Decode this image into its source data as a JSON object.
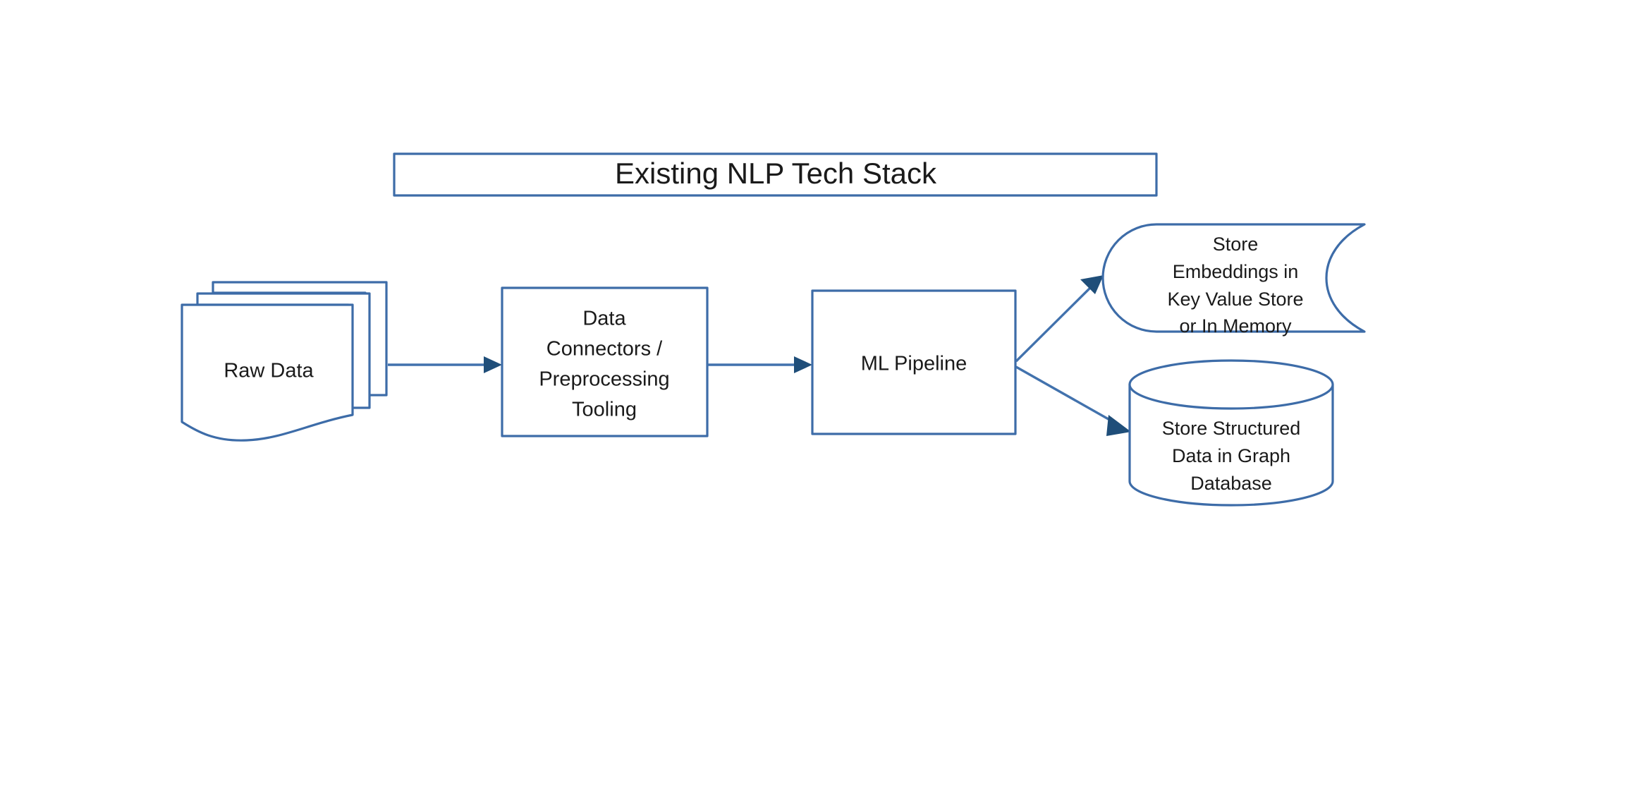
{
  "diagram": {
    "title": "Existing NLP Tech Stack",
    "background_color": "#ffffff",
    "stroke_color": "#3d6ca8",
    "arrow_color": "#1f4e79",
    "text_color": "#1a1a1a",
    "nodes": [
      {
        "id": "title",
        "shape": "rectangle",
        "label": "Existing NLP Tech Stack",
        "lines": [
          "Existing NLP Tech Stack"
        ]
      },
      {
        "id": "raw-data",
        "shape": "multi-document",
        "label": "Raw Data",
        "lines": [
          "Raw Data"
        ]
      },
      {
        "id": "data-connectors",
        "shape": "rectangle",
        "label": "Data Connectors / Preprocessing Tooling",
        "lines": [
          "Data",
          "Connectors /",
          "Preprocessing",
          "Tooling"
        ]
      },
      {
        "id": "ml-pipeline",
        "shape": "rectangle",
        "label": "ML Pipeline",
        "lines": [
          "ML Pipeline"
        ]
      },
      {
        "id": "store-embeddings",
        "shape": "delay-tape",
        "label": "Store Embeddings in Key Value Store or In Memory",
        "lines": [
          "Store",
          "Embeddings in",
          "Key Value Store",
          "or In Memory"
        ]
      },
      {
        "id": "graph-database",
        "shape": "cylinder-database",
        "label": "Store Structured Data in Graph Database",
        "lines": [
          "Store Structured",
          "Data in Graph",
          "Database"
        ]
      }
    ],
    "edges": [
      {
        "id": "edge-raw-to-connectors",
        "from": "raw-data",
        "to": "data-connectors",
        "label": "",
        "style": "solid-arrow"
      },
      {
        "id": "edge-connectors-to-pipeline",
        "from": "data-connectors",
        "to": "ml-pipeline",
        "label": "",
        "style": "solid-arrow"
      },
      {
        "id": "edge-pipeline-to-embeddings",
        "from": "ml-pipeline",
        "to": "store-embeddings",
        "label": "",
        "style": "solid-arrow"
      },
      {
        "id": "edge-pipeline-to-graphdb",
        "from": "ml-pipeline",
        "to": "graph-database",
        "label": "",
        "style": "solid-arrow"
      }
    ]
  }
}
